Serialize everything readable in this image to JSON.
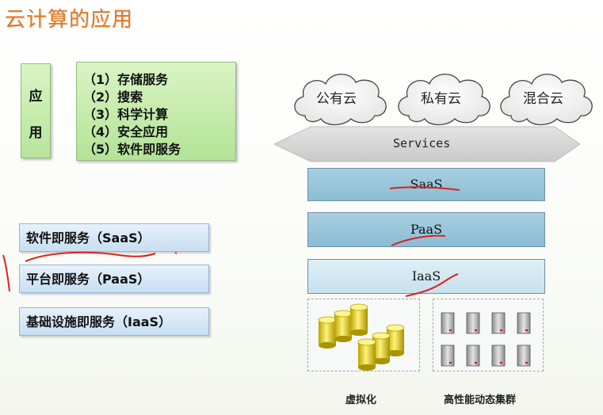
{
  "slide": {
    "title": "云计算的应用",
    "app_chars": [
      "应",
      "用"
    ],
    "app_list": [
      "（1）存储服务",
      "（2）搜索",
      "（3）科学计算",
      "（4）安全应用",
      "（5）软件即服务"
    ],
    "service_models": [
      "软件即服务（SaaS）",
      "平台即服务（PaaS）",
      "基础设施即服务（IaaS）"
    ]
  },
  "diagram": {
    "clouds": [
      "公有云",
      "私有云",
      "混合云"
    ],
    "services_label": "Services",
    "layers": [
      "SaaS",
      "PaaS",
      "IaaS"
    ],
    "captions": [
      "虚拟化",
      "高性能动态集群"
    ]
  },
  "colors": {
    "title": "#e8761b",
    "annotation_ink": "#e02020",
    "green_box": "#c4eba9",
    "blue_layer": "#8bbdd4"
  }
}
